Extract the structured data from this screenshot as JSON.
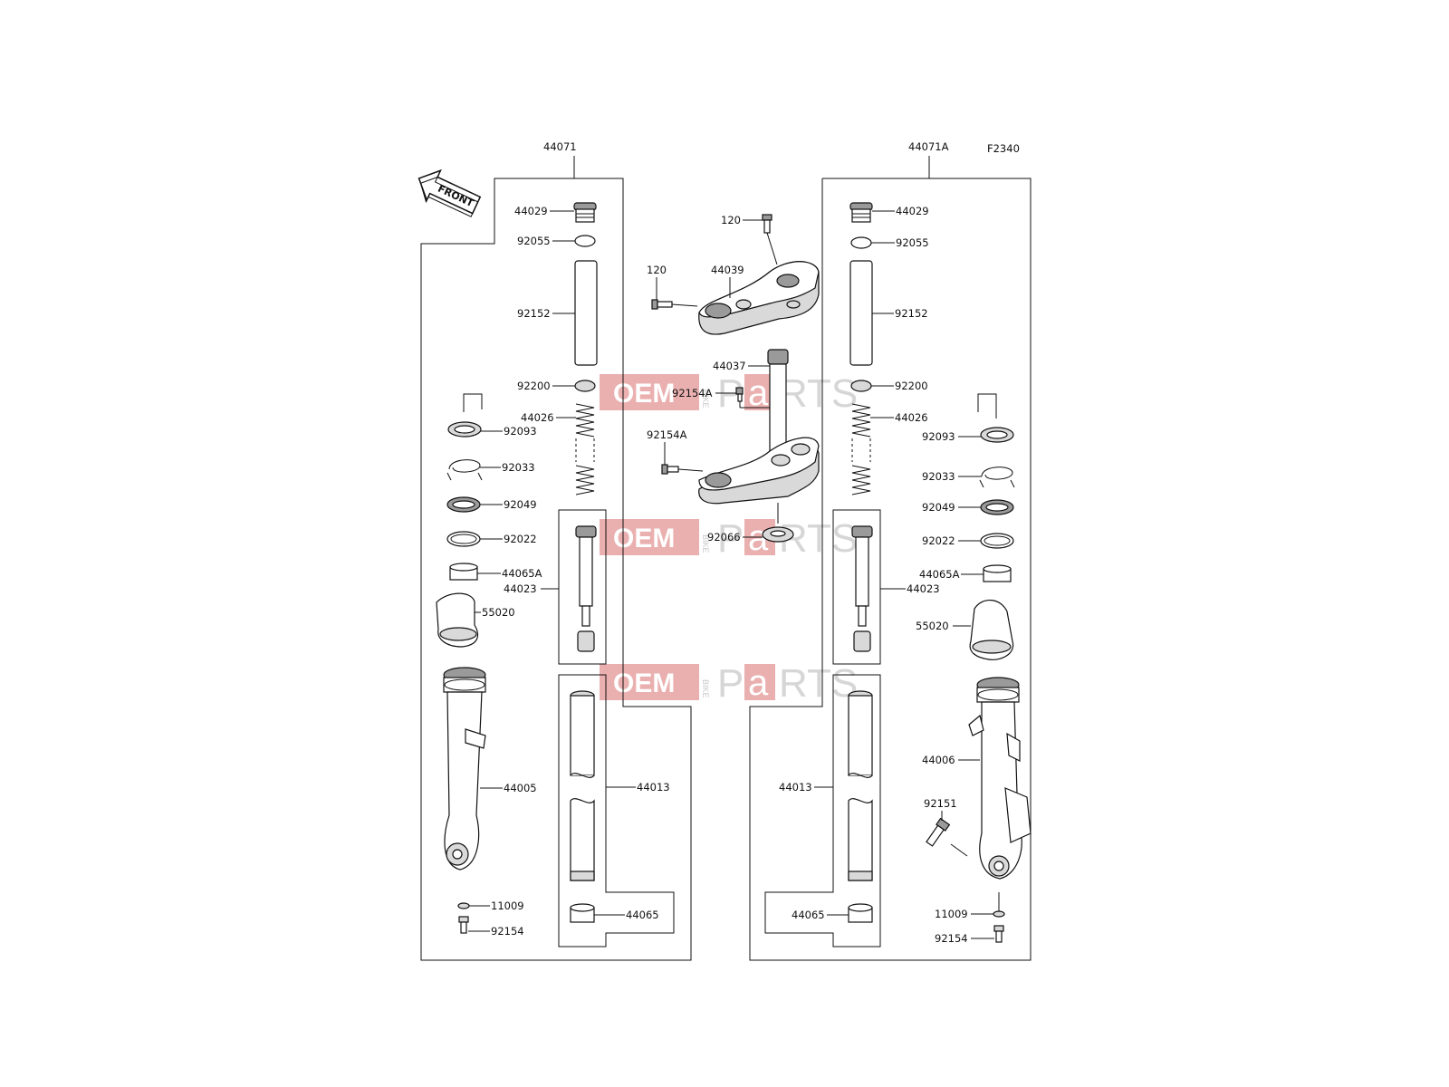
{
  "diagram": {
    "figure_code": "F2340",
    "front_label": "FRONT",
    "watermark": {
      "oem": "OEM",
      "bike": "BIKE",
      "parts_p": "P",
      "parts_a": "a",
      "parts_rts": "RTS"
    },
    "left_assembly": {
      "assembly": "44071",
      "cap": "44029",
      "o_ring": "92055",
      "spacer": "92152",
      "washer": "92200",
      "spring": "44026",
      "dust_seal": "92093",
      "clip": "92033",
      "oil_seal": "92049",
      "washer_b": "92022",
      "bushing_a": "44065A",
      "cylinder": "44023",
      "guard": "55020",
      "outer_tube": "44005",
      "inner_tube": "44013",
      "bushing": "44065",
      "gasket": "11009",
      "bolt": "92154"
    },
    "center_assembly": {
      "bolt_upper": "120",
      "bolt_left": "120",
      "upper_bracket": "44039",
      "stem": "44037",
      "bolt_stem": "92154A",
      "bolt_lower": "92154A",
      "stem_seal": "92066"
    },
    "right_assembly": {
      "assembly": "44071A",
      "cap": "44029",
      "o_ring": "92055",
      "spacer": "92152",
      "washer": "92200",
      "spring": "44026",
      "dust_seal": "92093",
      "clip": "92033",
      "oil_seal": "92049",
      "washer_b": "92022",
      "bushing_a": "44065A",
      "cylinder": "44023",
      "guard": "55020",
      "outer_tube": "44006",
      "bolt_caliper": "92151",
      "inner_tube": "44013",
      "bushing": "44065",
      "gasket": "11009",
      "bolt": "92154"
    }
  }
}
